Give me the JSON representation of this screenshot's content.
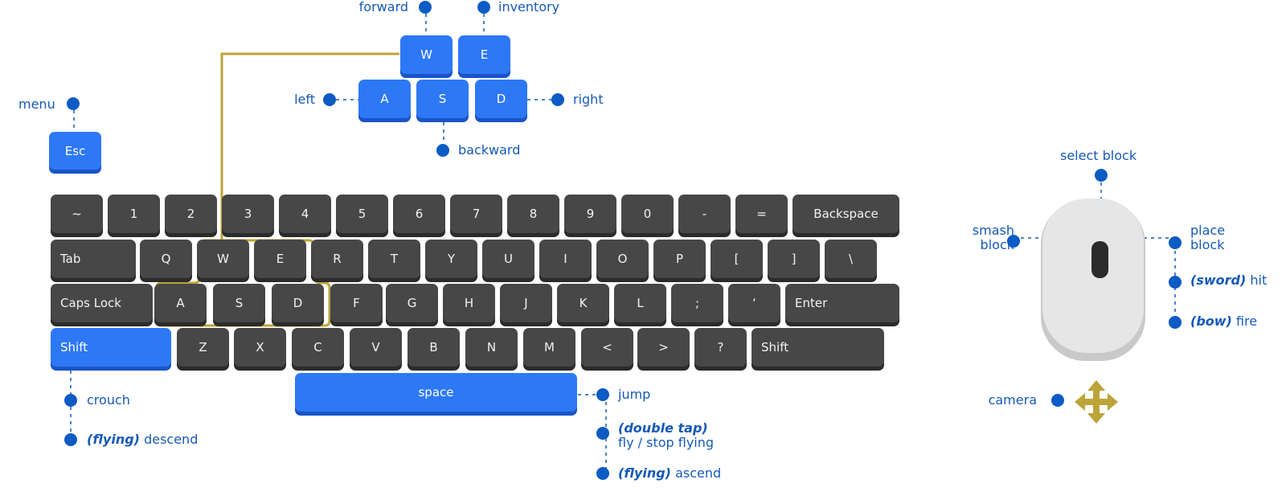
{
  "colors": {
    "key_dark": "#474747",
    "key_blue": "#2d78f5",
    "label_blue": "#1659b5",
    "highlight_gold": "#bda439"
  },
  "keyboard": {
    "row1": [
      "~",
      "1",
      "2",
      "3",
      "4",
      "5",
      "6",
      "7",
      "8",
      "9",
      "0",
      "-",
      "=",
      "Backspace"
    ],
    "row2": [
      "Tab",
      "Q",
      "W",
      "E",
      "R",
      "T",
      "Y",
      "U",
      "I",
      "O",
      "P",
      "[",
      "]",
      "\\"
    ],
    "row3": [
      "Caps Lock",
      "A",
      "S",
      "D",
      "F",
      "G",
      "H",
      "J",
      "K",
      "L",
      ";",
      "‘",
      "Enter"
    ],
    "row4": [
      "Shift",
      "Z",
      "X",
      "C",
      "V",
      "B",
      "N",
      "M",
      "<",
      ">",
      "?",
      "Shift"
    ],
    "space": "space",
    "esc": "Esc"
  },
  "wasd": {
    "w": "W",
    "e": "E",
    "a": "A",
    "s": "S",
    "d": "D"
  },
  "labels": {
    "forward": "forward",
    "inventory": "inventory",
    "left": "left",
    "right": "right",
    "backward": "backward",
    "menu": "menu",
    "crouch": "crouch",
    "flying_descend_em": "(flying)",
    "flying_descend": "descend",
    "jump": "jump",
    "double_tap_em": "(double tap)",
    "double_tap": "fly / stop flying",
    "flying_ascend_em": "(flying)",
    "flying_ascend": "ascend",
    "select_block": "select block",
    "smash_block_1": "smash",
    "smash_block_2": "block",
    "place_block_1": "place",
    "place_block_2": "block",
    "sword_em": "(sword)",
    "sword": "hit",
    "bow_em": "(bow)",
    "bow": "fire",
    "camera": "camera"
  },
  "icons": {
    "camera": "move-arrows-icon",
    "mouse": "mouse-icon"
  }
}
